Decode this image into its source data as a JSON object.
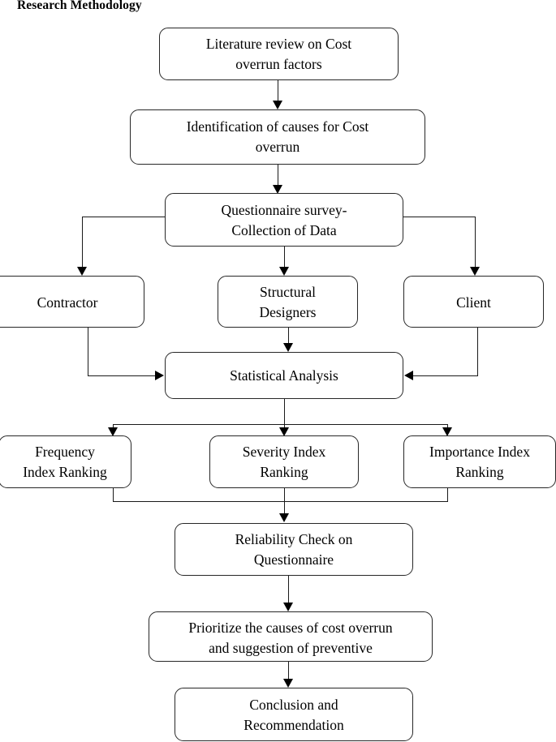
{
  "title": "Research Methodology",
  "chart_data": {
    "type": "diagram",
    "diagram_kind": "flowchart",
    "title": "Research Methodology",
    "orientation": "top-to-bottom",
    "nodes": [
      {
        "id": "literature-review",
        "label": "Literature review on Cost\noverrun factors",
        "shape": "rounded-rect"
      },
      {
        "id": "identification",
        "label": "Identification of causes for Cost\noverrun",
        "shape": "rounded-rect"
      },
      {
        "id": "questionnaire",
        "label": "Questionnaire survey-\nCollection of Data",
        "shape": "rounded-rect"
      },
      {
        "id": "contractor",
        "label": "Contractor",
        "shape": "rounded-rect"
      },
      {
        "id": "structural-designers",
        "label": "Structural\nDesigners",
        "shape": "rounded-rect"
      },
      {
        "id": "client",
        "label": "Client",
        "shape": "rounded-rect"
      },
      {
        "id": "statistical-analysis",
        "label": "Statistical Analysis",
        "shape": "rounded-rect"
      },
      {
        "id": "frequency-index",
        "label": "Frequency\nIndex Ranking",
        "shape": "rounded-rect"
      },
      {
        "id": "severity-index",
        "label": "Severity Index\nRanking",
        "shape": "rounded-rect"
      },
      {
        "id": "importance-index",
        "label": "Importance Index\nRanking",
        "shape": "rounded-rect"
      },
      {
        "id": "reliability-check",
        "label": "Reliability Check on\nQuestionnaire",
        "shape": "rounded-rect"
      },
      {
        "id": "prioritize",
        "label": "Prioritize the causes of cost overrun\nand suggestion of preventive",
        "shape": "rounded-rect"
      },
      {
        "id": "conclusion",
        "label": "Conclusion and\nRecommendation",
        "shape": "rounded-rect"
      }
    ],
    "edges": [
      {
        "from": "literature-review",
        "to": "identification",
        "style": "arrow"
      },
      {
        "from": "identification",
        "to": "questionnaire",
        "style": "arrow"
      },
      {
        "from": "questionnaire",
        "to": "contractor",
        "style": "arrow"
      },
      {
        "from": "questionnaire",
        "to": "structural-designers",
        "style": "arrow"
      },
      {
        "from": "questionnaire",
        "to": "client",
        "style": "arrow"
      },
      {
        "from": "contractor",
        "to": "statistical-analysis",
        "style": "arrow"
      },
      {
        "from": "structural-designers",
        "to": "statistical-analysis",
        "style": "arrow"
      },
      {
        "from": "client",
        "to": "statistical-analysis",
        "style": "arrow"
      },
      {
        "from": "statistical-analysis",
        "to": "frequency-index",
        "style": "arrow"
      },
      {
        "from": "statistical-analysis",
        "to": "severity-index",
        "style": "arrow"
      },
      {
        "from": "statistical-analysis",
        "to": "importance-index",
        "style": "arrow"
      },
      {
        "from": "frequency-index",
        "to": "reliability-check",
        "style": "arrow"
      },
      {
        "from": "severity-index",
        "to": "reliability-check",
        "style": "arrow"
      },
      {
        "from": "importance-index",
        "to": "reliability-check",
        "style": "arrow"
      },
      {
        "from": "reliability-check",
        "to": "prioritize",
        "style": "arrow"
      },
      {
        "from": "prioritize",
        "to": "conclusion",
        "style": "arrow"
      }
    ],
    "colors": {
      "box_border": "#272727",
      "box_fill": "#ffffff",
      "connector": "#1a1a1a",
      "text": "#000000",
      "background": "#ffffff"
    }
  }
}
